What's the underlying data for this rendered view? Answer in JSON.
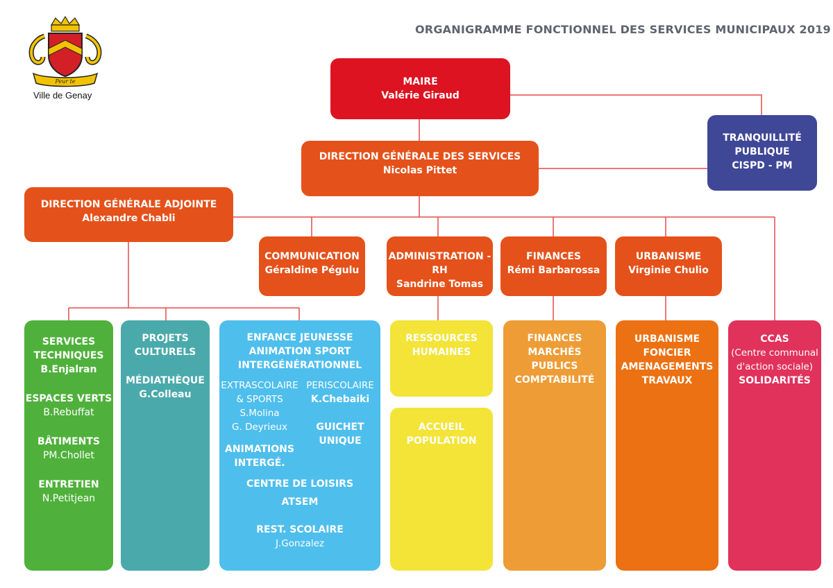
{
  "header": {
    "title": "ORGANIGRAMME FONCTIONNEL DES SERVICES MUNICIPAUX 2019",
    "city": "Ville de Genay",
    "motto": "Peur te"
  },
  "colors": {
    "red": "#dd1321",
    "orange": "#e5511a",
    "navy": "#3f4797",
    "green": "#4fb13b",
    "teal": "#4aa9ab",
    "sky": "#4ebeed",
    "yellow": "#f3e437",
    "amber": "#ee9c35",
    "deeporange": "#ec7112",
    "pink": "#e0325b",
    "line": "#e34a4a"
  },
  "maire": {
    "title": "MAIRE",
    "name": "Valérie Giraud"
  },
  "tranquillite": {
    "l1": "TRANQUILLITÉ",
    "l2": "PUBLIQUE",
    "l3": "CISPD - PM"
  },
  "dgs": {
    "title": "DIRECTION GÉNÉRALE DES SERVICES",
    "name": "Nicolas Pittet"
  },
  "dga": {
    "title": "DIRECTION GÉNÉRALE ADJOINTE",
    "name": "Alexandre Chabli"
  },
  "communication": {
    "title": "COMMUNICATION",
    "name": "Géraldine Pégulu"
  },
  "admin": {
    "title": "ADMINISTRATION - RH",
    "name": "Sandrine Tomas"
  },
  "finances": {
    "title": "FINANCES",
    "name": "Rémi Barbarossa"
  },
  "urbanisme": {
    "title": "URBANISME",
    "name": "Virginie Chulio"
  },
  "services_techniques": {
    "h1": "SERVICES",
    "h2": "TECHNIQUES",
    "n1": "B.Enjalran",
    "h3": "ESPACES VERTS",
    "n3": "B.Rebuffat",
    "h4": "BÂTIMENTS",
    "n4": "PM.Chollet",
    "h5": "ENTRETIEN",
    "n5": "N.Petitjean"
  },
  "projets": {
    "h1": "PROJETS",
    "h2": "CULTURELS",
    "h3": "MÉDIATHÈQUE",
    "n3": "G.Colleau"
  },
  "enfance": {
    "h1": "ENFANCE JEUNESSE",
    "h2": "ANIMATION SPORT",
    "h3": "INTERGÉNÉRATIONNEL",
    "extra1": "EXTRASCOLAIRE",
    "extra2": "& SPORTS",
    "extra3": "S.Molina",
    "extra4": "G.  Deyrieux",
    "peri1": "PERISCOLAIRE",
    "peri2": "K.Chebaiki",
    "guichet1": "GUICHET",
    "guichet2": "UNIQUE",
    "anim1": "ANIMATIONS",
    "anim2": "INTERGÉ.",
    "loisirs": "CENTRE DE LOISIRS",
    "atsem": "ATSEM",
    "rest": "REST. SCOLAIRE",
    "rest_name": "J.Gonzalez"
  },
  "rh": {
    "h1": "RESSOURCES",
    "h2": "HUMAINES"
  },
  "accueil": {
    "h1": "ACCUEIL",
    "h2": "POPULATION"
  },
  "fin_box": {
    "h1": "FINANCES",
    "h2": "MARCHÉS PUBLICS",
    "h3": "COMPTABILITÉ"
  },
  "urb_box": {
    "h1": "URBANISME",
    "h2": "FONCIER",
    "h3": "AMENAGEMENTS",
    "h4": "TRAVAUX"
  },
  "ccas": {
    "h1": "CCAS",
    "n1": "(Centre communal",
    "n2": "d'action sociale)",
    "h2": "SOLIDARITÉS"
  }
}
